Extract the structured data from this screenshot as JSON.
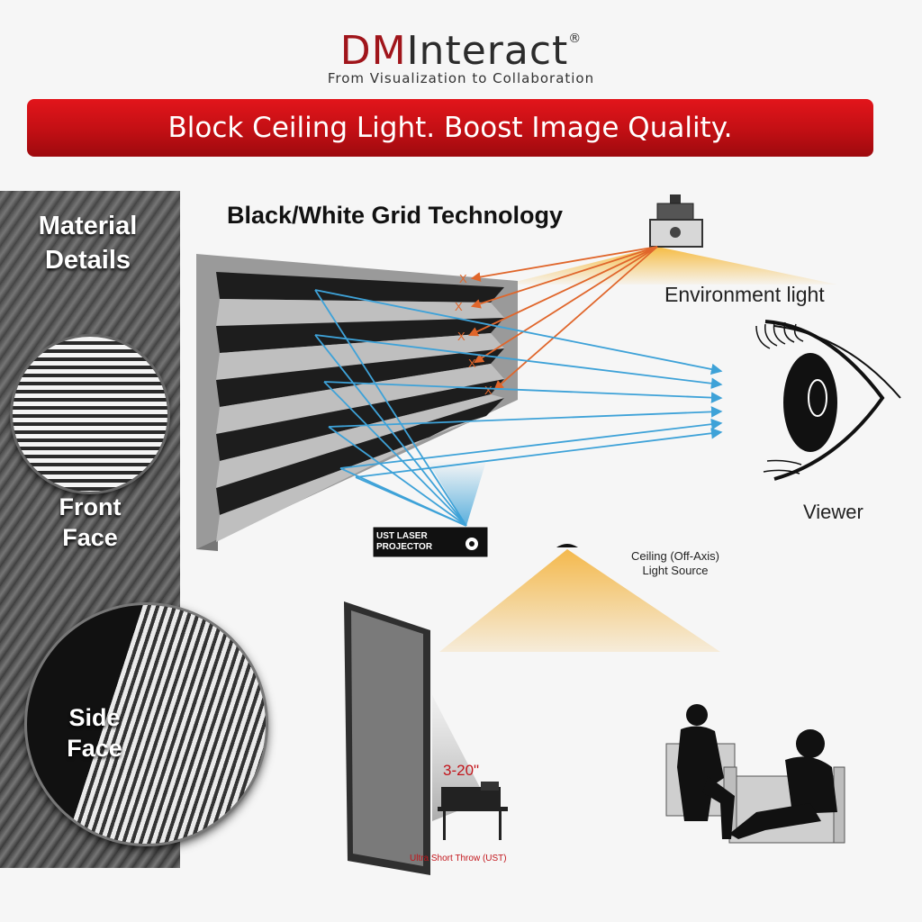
{
  "brand": {
    "name_highlight": "DM",
    "name_rest": "Interact",
    "registered": "®",
    "tagline": "From Visualization to Collaboration",
    "colors": {
      "brand_red": "#a0151b",
      "banner_red": "#d3151a"
    }
  },
  "banner": {
    "text": "Block Ceiling Light. Boost Image Quality."
  },
  "sidebar": {
    "heading_line1": "Material",
    "heading_line2": "Details",
    "front_line1": "Front",
    "front_line2": "Face",
    "side_line1": "Side",
    "side_line2": "Face"
  },
  "diagram": {
    "title": "Black/White Grid Technology",
    "env_light": "Environment light",
    "viewer": "Viewer",
    "projector_line1": "UST LASER",
    "projector_line2": "PROJECTOR",
    "ceiling_line1": "Ceiling (Off-Axis)",
    "ceiling_line2": "Light Source",
    "ust_distance": "3-20\"",
    "ust_caption": "Ultra Short Throw (UST)",
    "blocked_mark": "X",
    "colors": {
      "ambient_ray": "#e0662b",
      "projector_ray": "#3ea2d8",
      "light_cone": "#f6b93b"
    }
  }
}
